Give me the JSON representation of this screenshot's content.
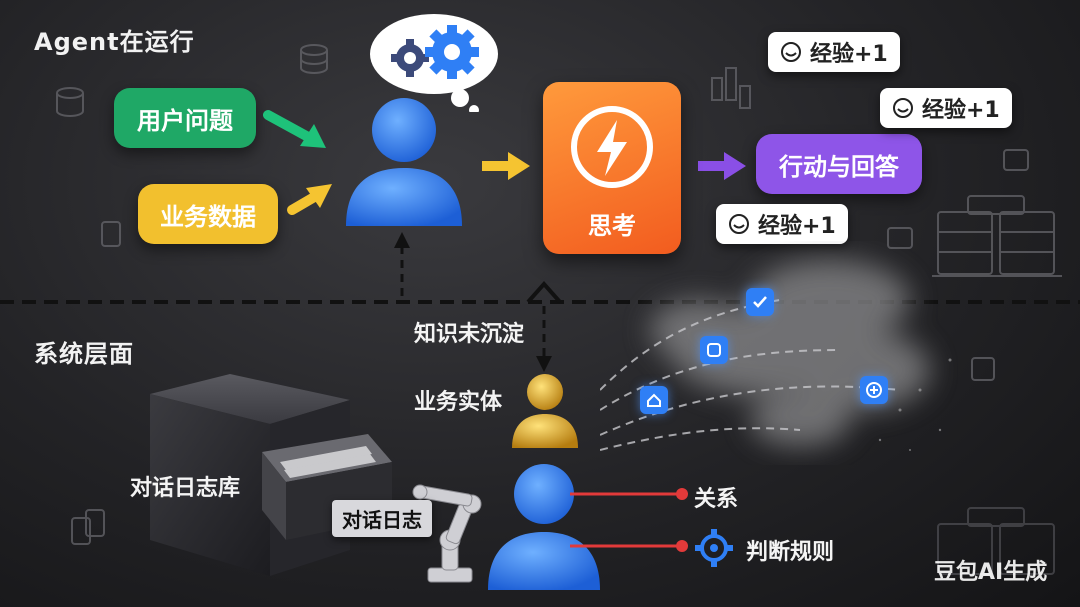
{
  "sections": {
    "top": "Agent在运行",
    "bottom": "系统层面"
  },
  "top_flow": {
    "user_question": "用户问题",
    "business_data": "业务数据",
    "think": "思考",
    "action": "行动与回答",
    "experience_badges": [
      "经验+1",
      "经验+1",
      "经验+1"
    ]
  },
  "bottom_flow": {
    "knowledge_note": "知识未沉淀",
    "business_entity": "业务实体",
    "dialog_db": "对话日志库",
    "dialog_log": "对话日志",
    "relation": "关系",
    "rules": "判断规则"
  },
  "watermark": "豆包AI生成",
  "colors": {
    "green_pill": "#1fa866",
    "yellow_pill": "#f2c02e",
    "orange_box": "#f7702a",
    "purple_pill": "#8e55e8",
    "arrow_green": "#1ec27a",
    "arrow_yellow": "#f5c431",
    "arrow_purple": "#8a4fe6",
    "person_blue": "#2f7ff5",
    "person_gold": "#d9a520",
    "red_line": "#e23a3a"
  },
  "icons": [
    "gear-icon",
    "lightning-icon",
    "chat-smile-icon",
    "person-icon",
    "server-icon",
    "database-icon",
    "robot-arm-icon",
    "file-cabinet-icon"
  ]
}
